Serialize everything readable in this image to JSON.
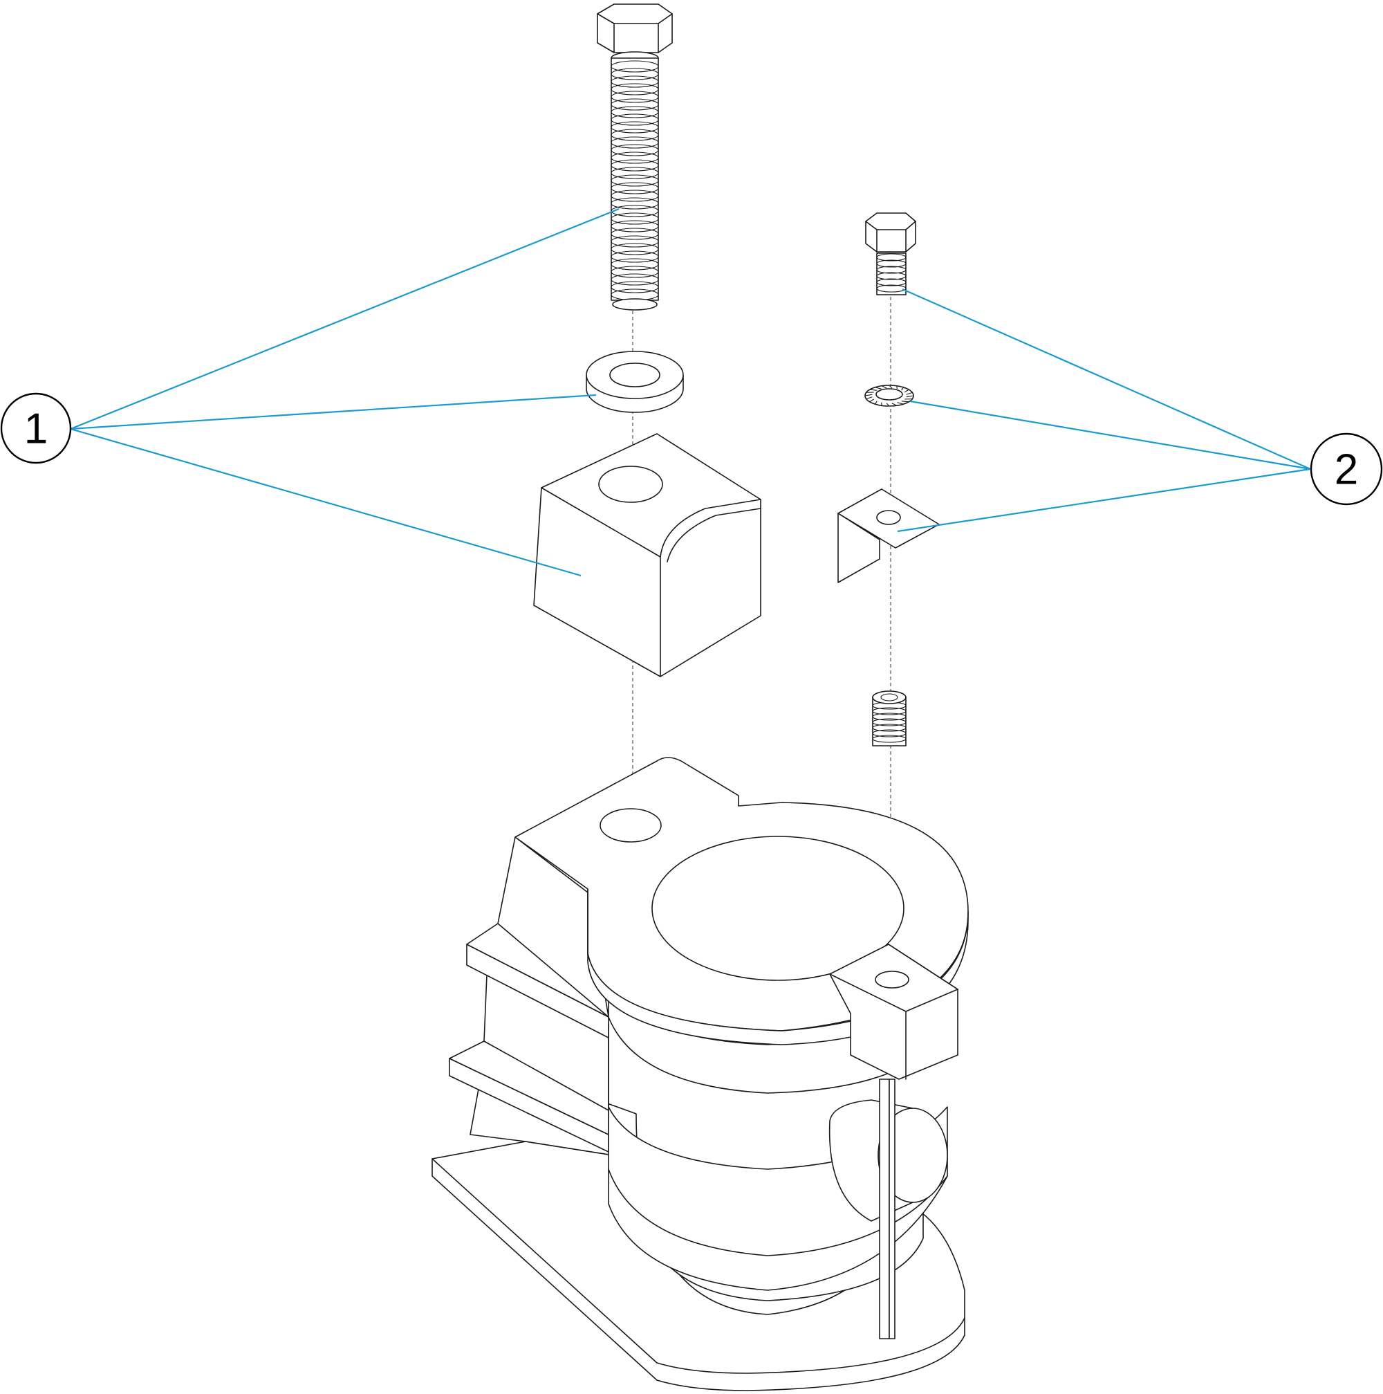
{
  "diagram": {
    "callouts": [
      {
        "id": "1",
        "label": "1"
      },
      {
        "id": "2",
        "label": "2"
      }
    ],
    "colors": {
      "leader_line": "#1a9bd0",
      "outline": "#1a1a1a",
      "background": "#ffffff"
    }
  }
}
